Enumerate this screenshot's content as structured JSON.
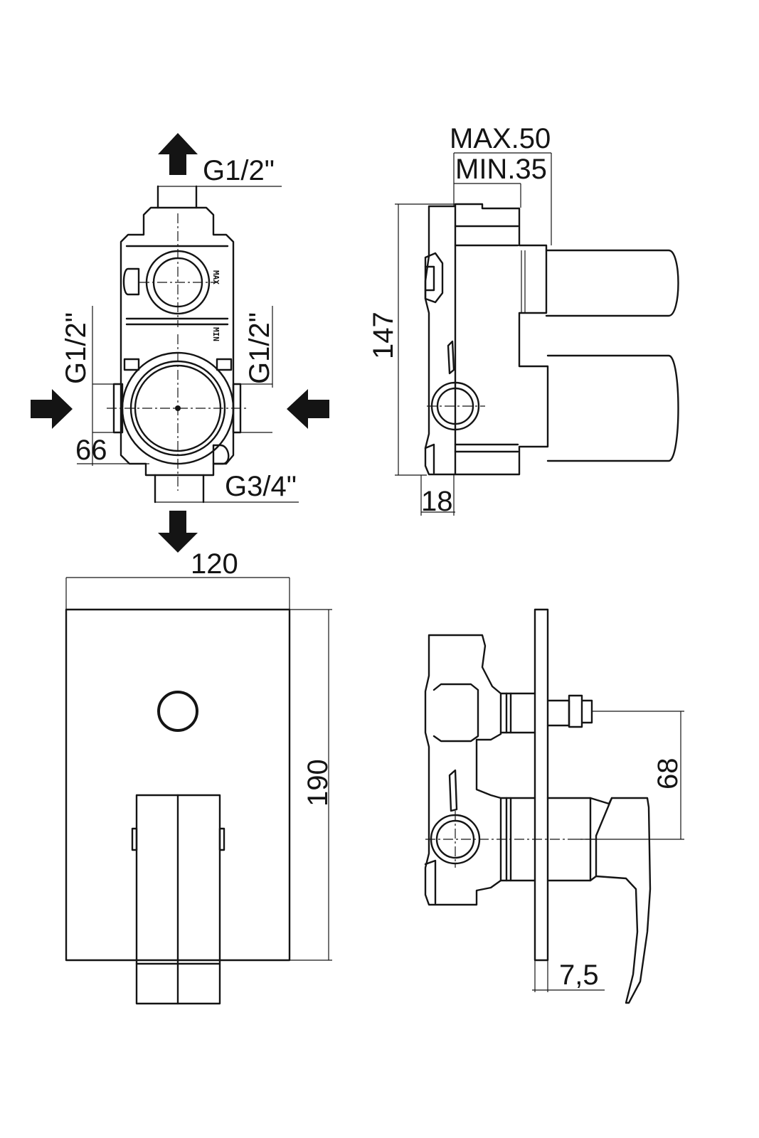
{
  "front_view": {
    "outlet_thread": "G1/2\"",
    "inlet_left_thread": "G1/2\"",
    "inlet_right_thread": "G1/2\"",
    "inlet_offset": "66",
    "bottom_thread": "G3/4\"",
    "mark_max": "MAX",
    "mark_min": "MIN"
  },
  "side_view": {
    "depth_max": "MAX.50",
    "depth_min": "MIN.35",
    "height": "147",
    "wall_offset": "18"
  },
  "plate_view": {
    "width": "120",
    "height": "190"
  },
  "installed_view": {
    "axis_distance": "68",
    "plate_thickness": "7,5"
  }
}
